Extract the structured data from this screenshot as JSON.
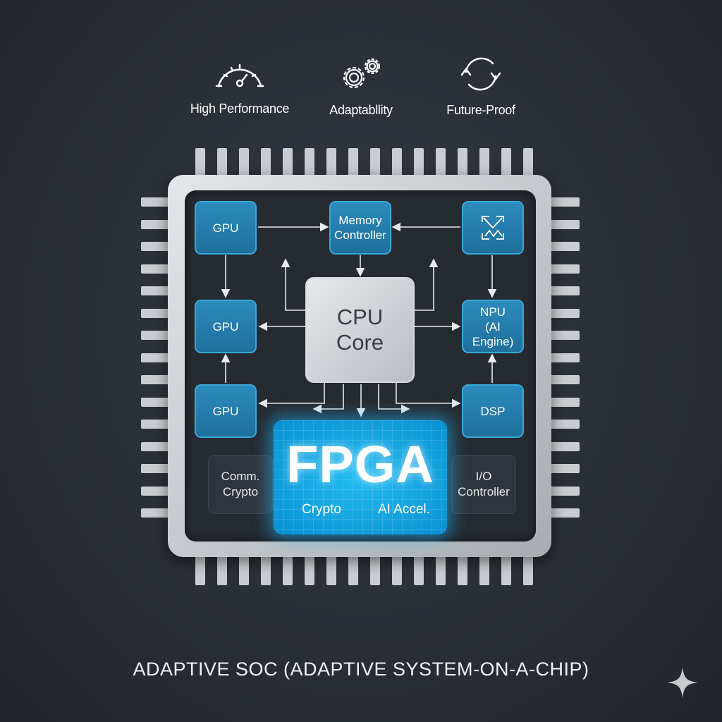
{
  "features": [
    {
      "icon": "speedometer-icon",
      "label": "High Performance"
    },
    {
      "icon": "gears-icon",
      "label": "Adaptabllity"
    },
    {
      "icon": "refresh-cycle-icon",
      "label": "Future-Proof"
    }
  ],
  "blocks": {
    "gpu1": "GPU",
    "gpu2": "GPU",
    "gpu3": "GPU",
    "memory": [
      "Memory",
      "Controller"
    ],
    "interconnect_icon": "interconnect-icon",
    "cpu": [
      "CPU",
      "Core"
    ],
    "npu": [
      "NPU",
      "(AI Engine)"
    ],
    "dsp": "DSP",
    "fpga": {
      "title": "FPGA",
      "left": "Crypto",
      "right": "AI Accel."
    },
    "comm": [
      "Comm.",
      "Crypto"
    ],
    "io": [
      "I/O",
      "Controller"
    ]
  },
  "title": "ADAPTIVE SOC (ADAPTIVE SYSTEM-ON-A-CHIP)",
  "colors": {
    "block": "#2584b5",
    "fpga": "#14a8e6",
    "cpu": "#d3d6da",
    "background": "#2c3037"
  }
}
